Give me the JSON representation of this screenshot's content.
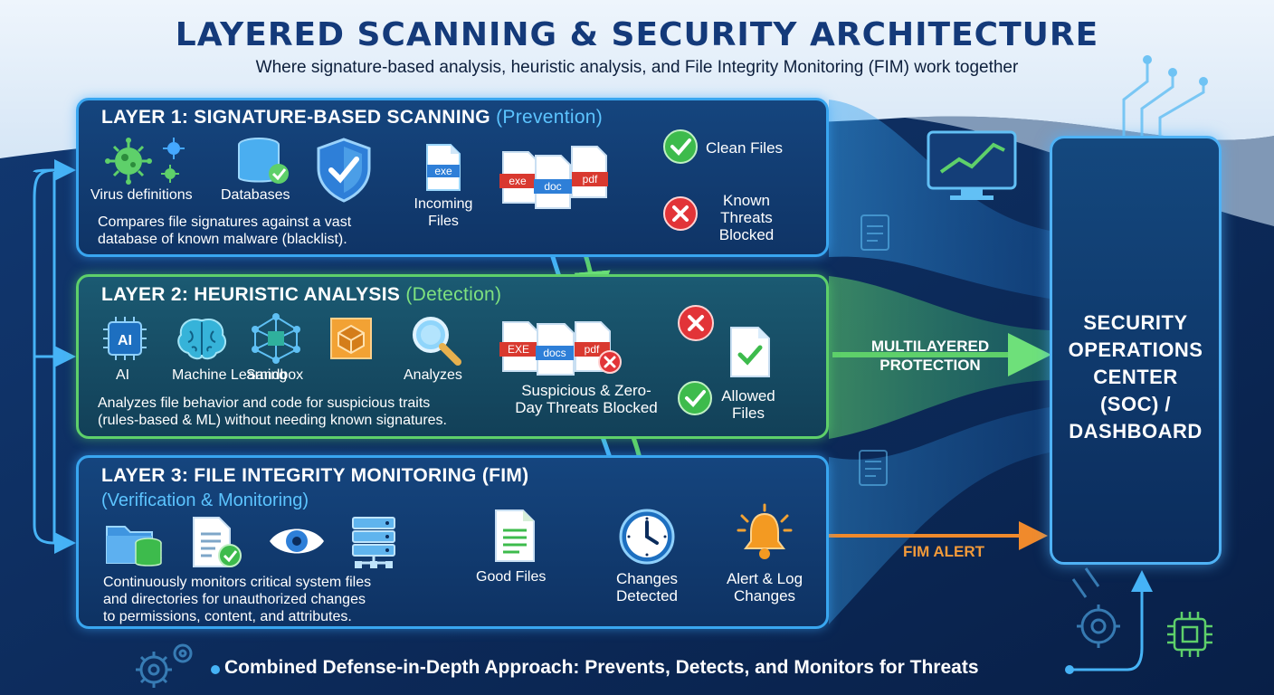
{
  "title": "LAYERED SCANNING & SECURITY ARCHITECTURE",
  "subtitle": "Where signature-based analysis, heuristic analysis, and File Integrity Monitoring (FIM) work together",
  "layer1": {
    "title": "LAYER 1: SIGNATURE-BASED SCANNING",
    "tag": "(Prevention)",
    "icons": [
      "Virus definitions",
      "Databases"
    ],
    "description": [
      "Compares file signatures against a vast",
      "database of known malware (blacklist)."
    ],
    "incoming": [
      "Incoming",
      "Files"
    ],
    "file_labels": [
      "exe",
      "exe",
      "doc",
      "pdf"
    ],
    "clean": "Clean Files",
    "blocked": [
      "Known",
      "Threats",
      "Blocked"
    ]
  },
  "layer2": {
    "title": "LAYER 2: HEURISTIC ANALYSIS",
    "tag": "(Detection)",
    "icons": [
      "AI",
      "Machine Learning",
      "Sandbox",
      "Analyzes"
    ],
    "ai_chip": "AI",
    "description": [
      "Analyzes file behavior and code for suspicious traits",
      "(rules-based & ML) without needing known signatures."
    ],
    "file_labels": [
      "EXE",
      "docs",
      "pdf"
    ],
    "blocked": [
      "Suspicious & Zero-",
      "Day Threats Blocked"
    ],
    "allowed": [
      "Allowed",
      "Files"
    ]
  },
  "layer3": {
    "title": "LAYER 3: FILE INTEGRITY MONITORING (FIM)",
    "tag": "(Verification & Monitoring)",
    "description": [
      "Continuously monitors critical system files",
      "and directories for unauthorized changes",
      "to permissions, content, and attributes."
    ],
    "good": "Good Files",
    "changes": [
      "Changes",
      "Detected"
    ],
    "alert": [
      "Alert & Log",
      "Changes"
    ]
  },
  "multilayered": [
    "MULTILAYERED",
    "PROTECTION"
  ],
  "soc": [
    "SECURITY",
    "OPERATIONS",
    "CENTER",
    "(SOC) /",
    "DASHBOARD"
  ],
  "fim_alert": "FIM ALERT",
  "footer": "Combined Defense-in-Depth Approach: Prevents, Detects, and Monitors for Threats",
  "colors": {
    "accent_blue": "#39a6f0",
    "accent_green": "#5ed06a",
    "alert_orange": "#f29a3a",
    "danger_red": "#e8323a",
    "title_navy": "#143a7a"
  }
}
